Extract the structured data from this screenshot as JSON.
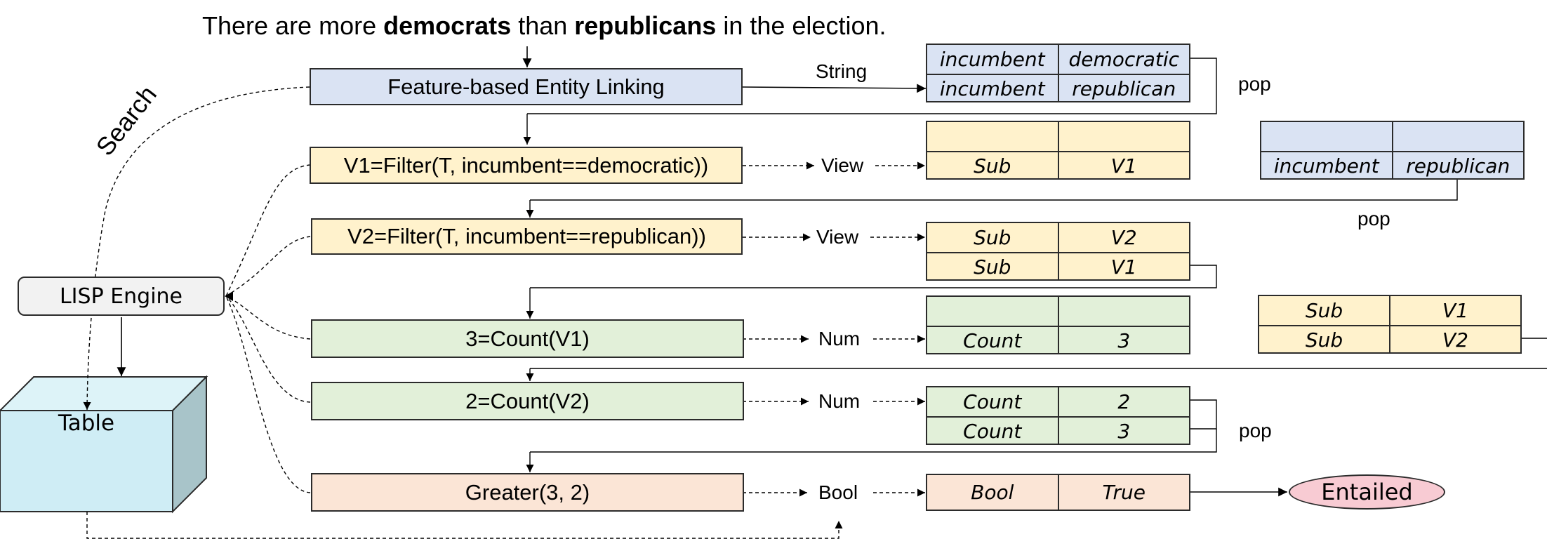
{
  "title": {
    "part1": "There are more ",
    "bold1": "democrats",
    "part2": " than ",
    "bold2": "republicans",
    "part3": " in the election."
  },
  "search_label": "Search",
  "lisp_engine": "LISP Engine",
  "table_label": "Table",
  "operations": [
    {
      "label": "Feature-based Entity Linking",
      "output": "String"
    },
    {
      "label": "V1=Filter(T, incumbent==democratic))",
      "output": "View"
    },
    {
      "label": "V2=Filter(T, incumbent==republican))",
      "output": "View"
    },
    {
      "label": "3=Count(V1)",
      "output": "Num"
    },
    {
      "label": "2=Count(V2)",
      "output": "Num"
    },
    {
      "label": "Greater(3, 2)",
      "output": "Bool"
    }
  ],
  "stacks": {
    "s1": [
      [
        "incumbent",
        "democratic"
      ],
      [
        "incumbent",
        "republican"
      ]
    ],
    "s2": [
      [
        "",
        ""
      ],
      [
        "Sub",
        "V1"
      ]
    ],
    "s3": [
      [
        "Sub",
        "V2"
      ],
      [
        "Sub",
        "V1"
      ]
    ],
    "s4": [
      [
        "",
        ""
      ],
      [
        "Count",
        "3"
      ]
    ],
    "s5": [
      [
        "Count",
        "2"
      ],
      [
        "Count",
        "3"
      ]
    ],
    "s6": [
      [
        "Bool",
        "True"
      ]
    ],
    "r1": [
      [
        "",
        ""
      ],
      [
        "incumbent",
        "republican"
      ]
    ],
    "r2": [
      [
        "Sub",
        "V1"
      ],
      [
        "Sub",
        "V2"
      ]
    ]
  },
  "pop_labels": [
    "pop",
    "pop",
    "pop"
  ],
  "result": "Entailed",
  "colors": {
    "blue": "#dae3f3",
    "yellow": "#fff2cc",
    "green": "#e2f0d9",
    "salmon": "#fbe5d6",
    "entailed": "#f8cbd3",
    "table_front": "#cfedf5",
    "table_top": "#ddf3f8",
    "table_side": "#a8c4c9"
  }
}
